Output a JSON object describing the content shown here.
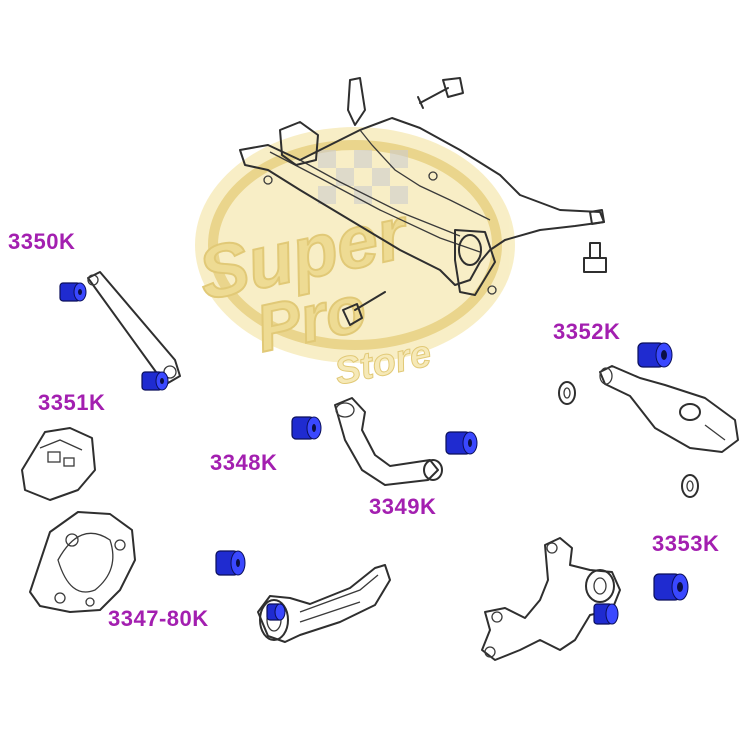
{
  "logo": {
    "line1": "Super",
    "line2": "Pro",
    "line3": "Store"
  },
  "labels": {
    "p3350": "3350K",
    "p3351": "3351K",
    "p3352": "3352K",
    "p3348": "3348K",
    "p3349": "3349K",
    "p3353": "3353K",
    "p3347": "3347-80K"
  },
  "colors": {
    "label": "#a31fb0",
    "bushing": "#1f2bd0",
    "logo_yellow": "#f1dc8e",
    "logo_gold": "#e3c766",
    "line": "#2f2f2f"
  }
}
